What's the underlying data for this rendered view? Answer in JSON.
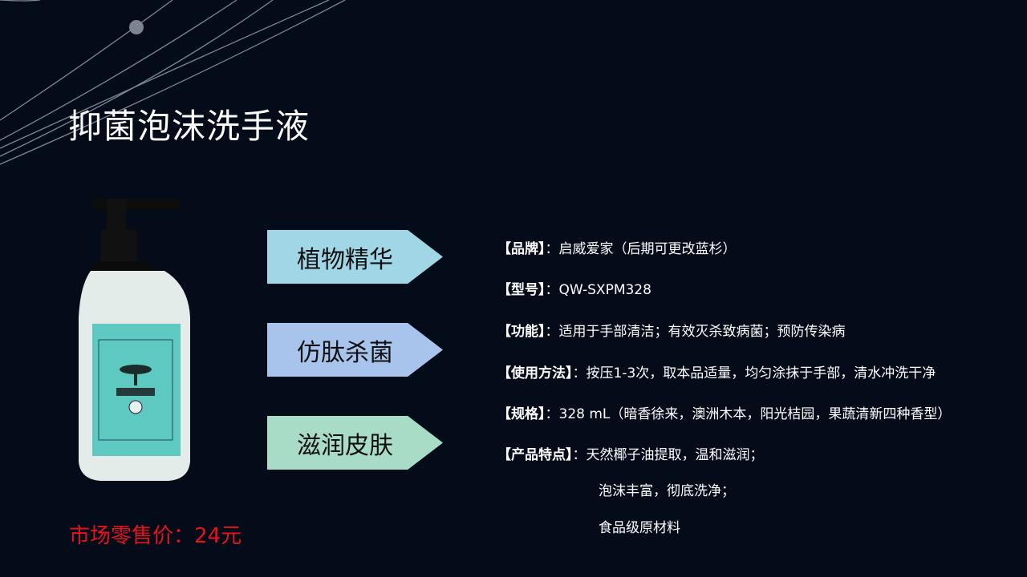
{
  "title": "抑菌泡沫洗手液",
  "price": "市场零售价：24元",
  "tags": [
    {
      "label": "植物精华",
      "color": "#a0d6e6"
    },
    {
      "label": "仿肽杀菌",
      "color": "#a9c4ec"
    },
    {
      "label": "滋润皮肤",
      "color": "#a9dcc6"
    }
  ],
  "specs": [
    {
      "key": "【品牌】",
      "value": "：启威爱家（后期可更改蓝杉）"
    },
    {
      "key": "【型号】",
      "value": "：QW-SXPM328"
    },
    {
      "key": "【功能】",
      "value": "：适用于手部清洁；有效灭杀致病菌；预防传染病"
    },
    {
      "key": "【使用方法】",
      "value": "：按压1-3次，取本品适量，均匀涂抹于手部，清水冲洗干净"
    },
    {
      "key": "【规格】",
      "value": "：328 mL（暗香徐来，澳洲木本，阳光桔园，果蔬清新四种香型）"
    },
    {
      "key": "【产品特点】",
      "value": "：天然椰子油提取，温和滋润；"
    }
  ],
  "features_continued": [
    "泡沫丰富，彻底洗净；",
    "食品级原材料"
  ]
}
